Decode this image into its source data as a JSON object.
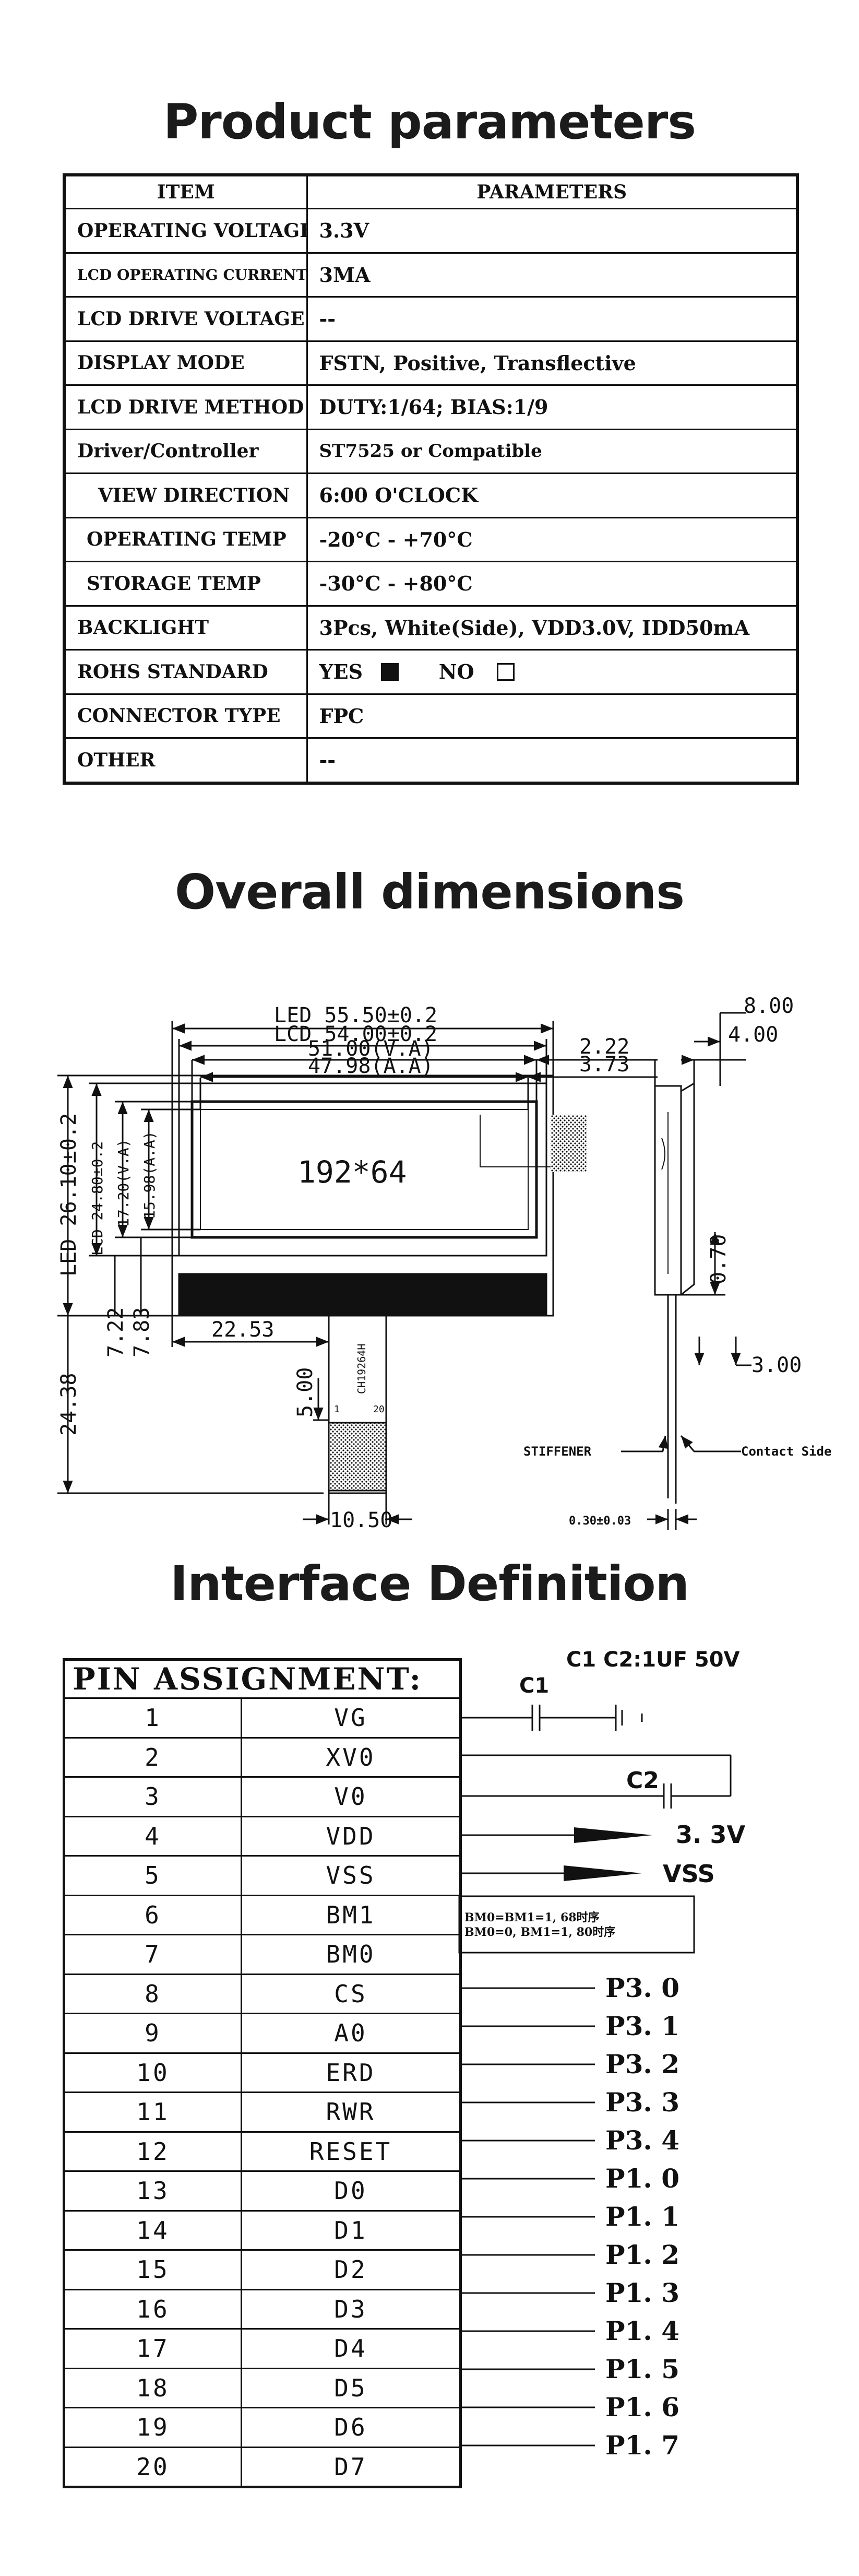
{
  "sections": {
    "product": "Product parameters",
    "dimensions": "Overall dimensions",
    "interface": "Interface Definition"
  },
  "params": {
    "header": {
      "item": "ITEM",
      "value": "PARAMETERS"
    },
    "rows": [
      {
        "item": "OPERATING VOLTAGE",
        "value": "3.3V"
      },
      {
        "item": "LCD OPERATING CURRENT",
        "value": "3MA"
      },
      {
        "item": "LCD DRIVE VOLTAGE",
        "value": "--"
      },
      {
        "item": "DISPLAY MODE",
        "value": "FSTN, Positive, Transflective"
      },
      {
        "item": "LCD DRIVE METHOD",
        "value": "DUTY:1/64; BIAS:1/9"
      },
      {
        "item": "Driver/Controller",
        "value": "ST7525 or Compatible"
      },
      {
        "item": "VIEW DIRECTION",
        "value": "6:00 O'CLOCK"
      },
      {
        "item": "OPERATING TEMP",
        "value": "-20°C - +70°C"
      },
      {
        "item": "STORAGE TEMP",
        "value": "-30°C - +80°C"
      },
      {
        "item": "BACKLIGHT",
        "value": "3Pcs, White(Side), VDD3.0V, IDD50mA"
      },
      {
        "item": "ROHS STANDARD",
        "value": ""
      },
      {
        "item": "CONNECTOR TYPE",
        "value": "FPC"
      },
      {
        "item": "OTHER",
        "value": "--"
      }
    ],
    "rohs": {
      "yes": "YES",
      "no": "NO"
    }
  },
  "dimensions": {
    "led_width": "LED 55.50±0.2",
    "lcd_width": "LCD 54.00±0.2",
    "va_width": "51.00(V.A)",
    "aa_width": "47.98(A.A)",
    "right_offset_1": "2.22",
    "right_offset_2": "3.73",
    "resolution": "192*64",
    "led_height": "LED 26.10±0.2",
    "lcd_height": "LCD 24.80±0.2",
    "va_height": "17.20(V.A)",
    "aa_height": "15.98(A.A)",
    "total_height": "24.38",
    "dim_722": "7.22",
    "dim_783": "7.83",
    "fpc_offset": "22.53",
    "fpc_bend": "5.00",
    "fpc_width": "10.50",
    "fpc_label": "CH19264H",
    "fpc_pin_first": "1",
    "fpc_pin_last": "20",
    "side_800": "8.00",
    "side_400": "4.00",
    "side_070": "0.70",
    "side_300": "3.00",
    "stiffener": "STIFFENER",
    "contact_side": "Contact Side",
    "fpc_thickness": "0.30±0.03"
  },
  "pins": {
    "header": "PIN ASSIGNMENT:",
    "rows": [
      {
        "num": "1",
        "name": "VG"
      },
      {
        "num": "2",
        "name": "XV0"
      },
      {
        "num": "3",
        "name": "V0"
      },
      {
        "num": "4",
        "name": "VDD"
      },
      {
        "num": "5",
        "name": "VSS"
      },
      {
        "num": "6",
        "name": "BM1"
      },
      {
        "num": "7",
        "name": "BM0"
      },
      {
        "num": "8",
        "name": "CS"
      },
      {
        "num": "9",
        "name": "A0"
      },
      {
        "num": "10",
        "name": "ERD"
      },
      {
        "num": "11",
        "name": "RWR"
      },
      {
        "num": "12",
        "name": "RESET"
      },
      {
        "num": "13",
        "name": "D0"
      },
      {
        "num": "14",
        "name": "D1"
      },
      {
        "num": "15",
        "name": "D2"
      },
      {
        "num": "16",
        "name": "D3"
      },
      {
        "num": "17",
        "name": "D4"
      },
      {
        "num": "18",
        "name": "D5"
      },
      {
        "num": "19",
        "name": "D6"
      },
      {
        "num": "20",
        "name": "D7"
      }
    ],
    "cap_note": "C1 C2:1UF 50V",
    "c1": "C1",
    "c2": "C2",
    "vdd_label": "3. 3V",
    "vss_label": "VSS",
    "bm_note_1": "BM0=BM1=1, 68时序",
    "bm_note_2": "BM0=0, BM1=1, 80时序",
    "ports": [
      "P3. 0",
      "P3. 1",
      "P3. 2",
      "P3. 3",
      "P3. 4",
      "P1. 0",
      "P1. 1",
      "P1. 2",
      "P1. 3",
      "P1. 4",
      "P1. 5",
      "P1. 6",
      "P1. 7"
    ]
  }
}
